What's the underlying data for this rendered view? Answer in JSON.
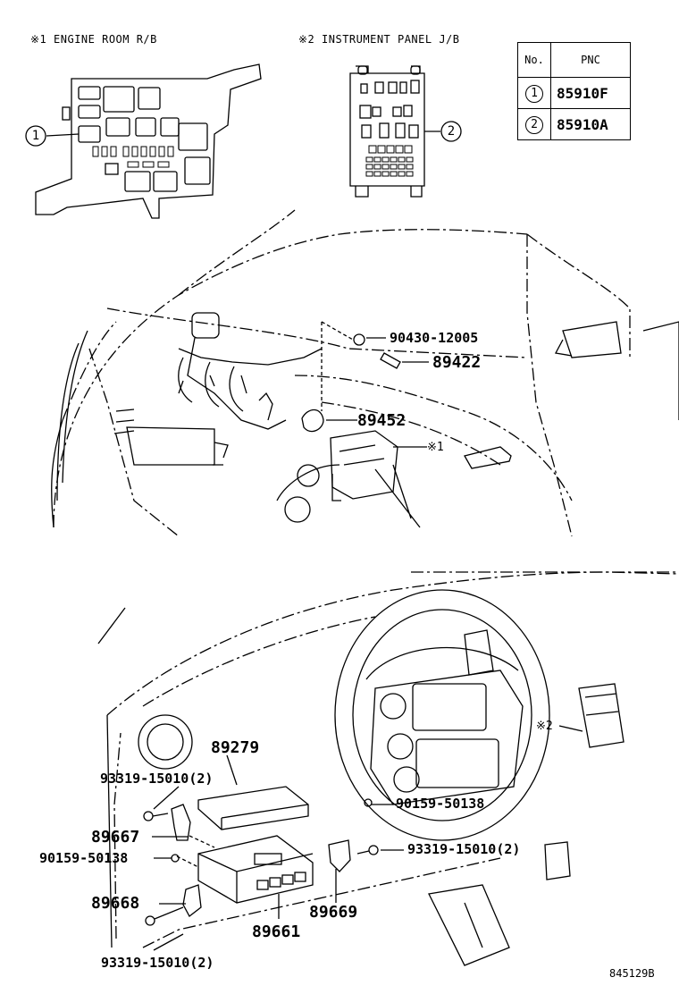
{
  "insets": {
    "engine_room": {
      "mark": "※1",
      "title": "ENGINE ROOM R/B",
      "callout": "1"
    },
    "instrument_panel": {
      "mark": "※2",
      "title": "INSTRUMENT PANEL J/B",
      "callout": "2"
    }
  },
  "pnc_table": {
    "headers": {
      "no": "No.",
      "pnc": "PNC"
    },
    "rows": [
      {
        "no": "1",
        "pnc": "85910F"
      },
      {
        "no": "2",
        "pnc": "85910A"
      }
    ]
  },
  "engine_labels": {
    "p1": "90430-12005",
    "p2": "89422",
    "p3": "89452",
    "ref1": "※1"
  },
  "dash_labels": {
    "p89279": "89279",
    "p93319_a": "93319-15010(2)",
    "p89667": "89667",
    "p90159_a": "90159-50138",
    "p89668": "89668",
    "p93319_b": "93319-15010(2)",
    "p89661": "89661",
    "p89669": "89669",
    "p90159_b": "90159-50138",
    "p93319_c": "93319-15010(2)",
    "ref2": "※2"
  },
  "figure_id": "845129B"
}
